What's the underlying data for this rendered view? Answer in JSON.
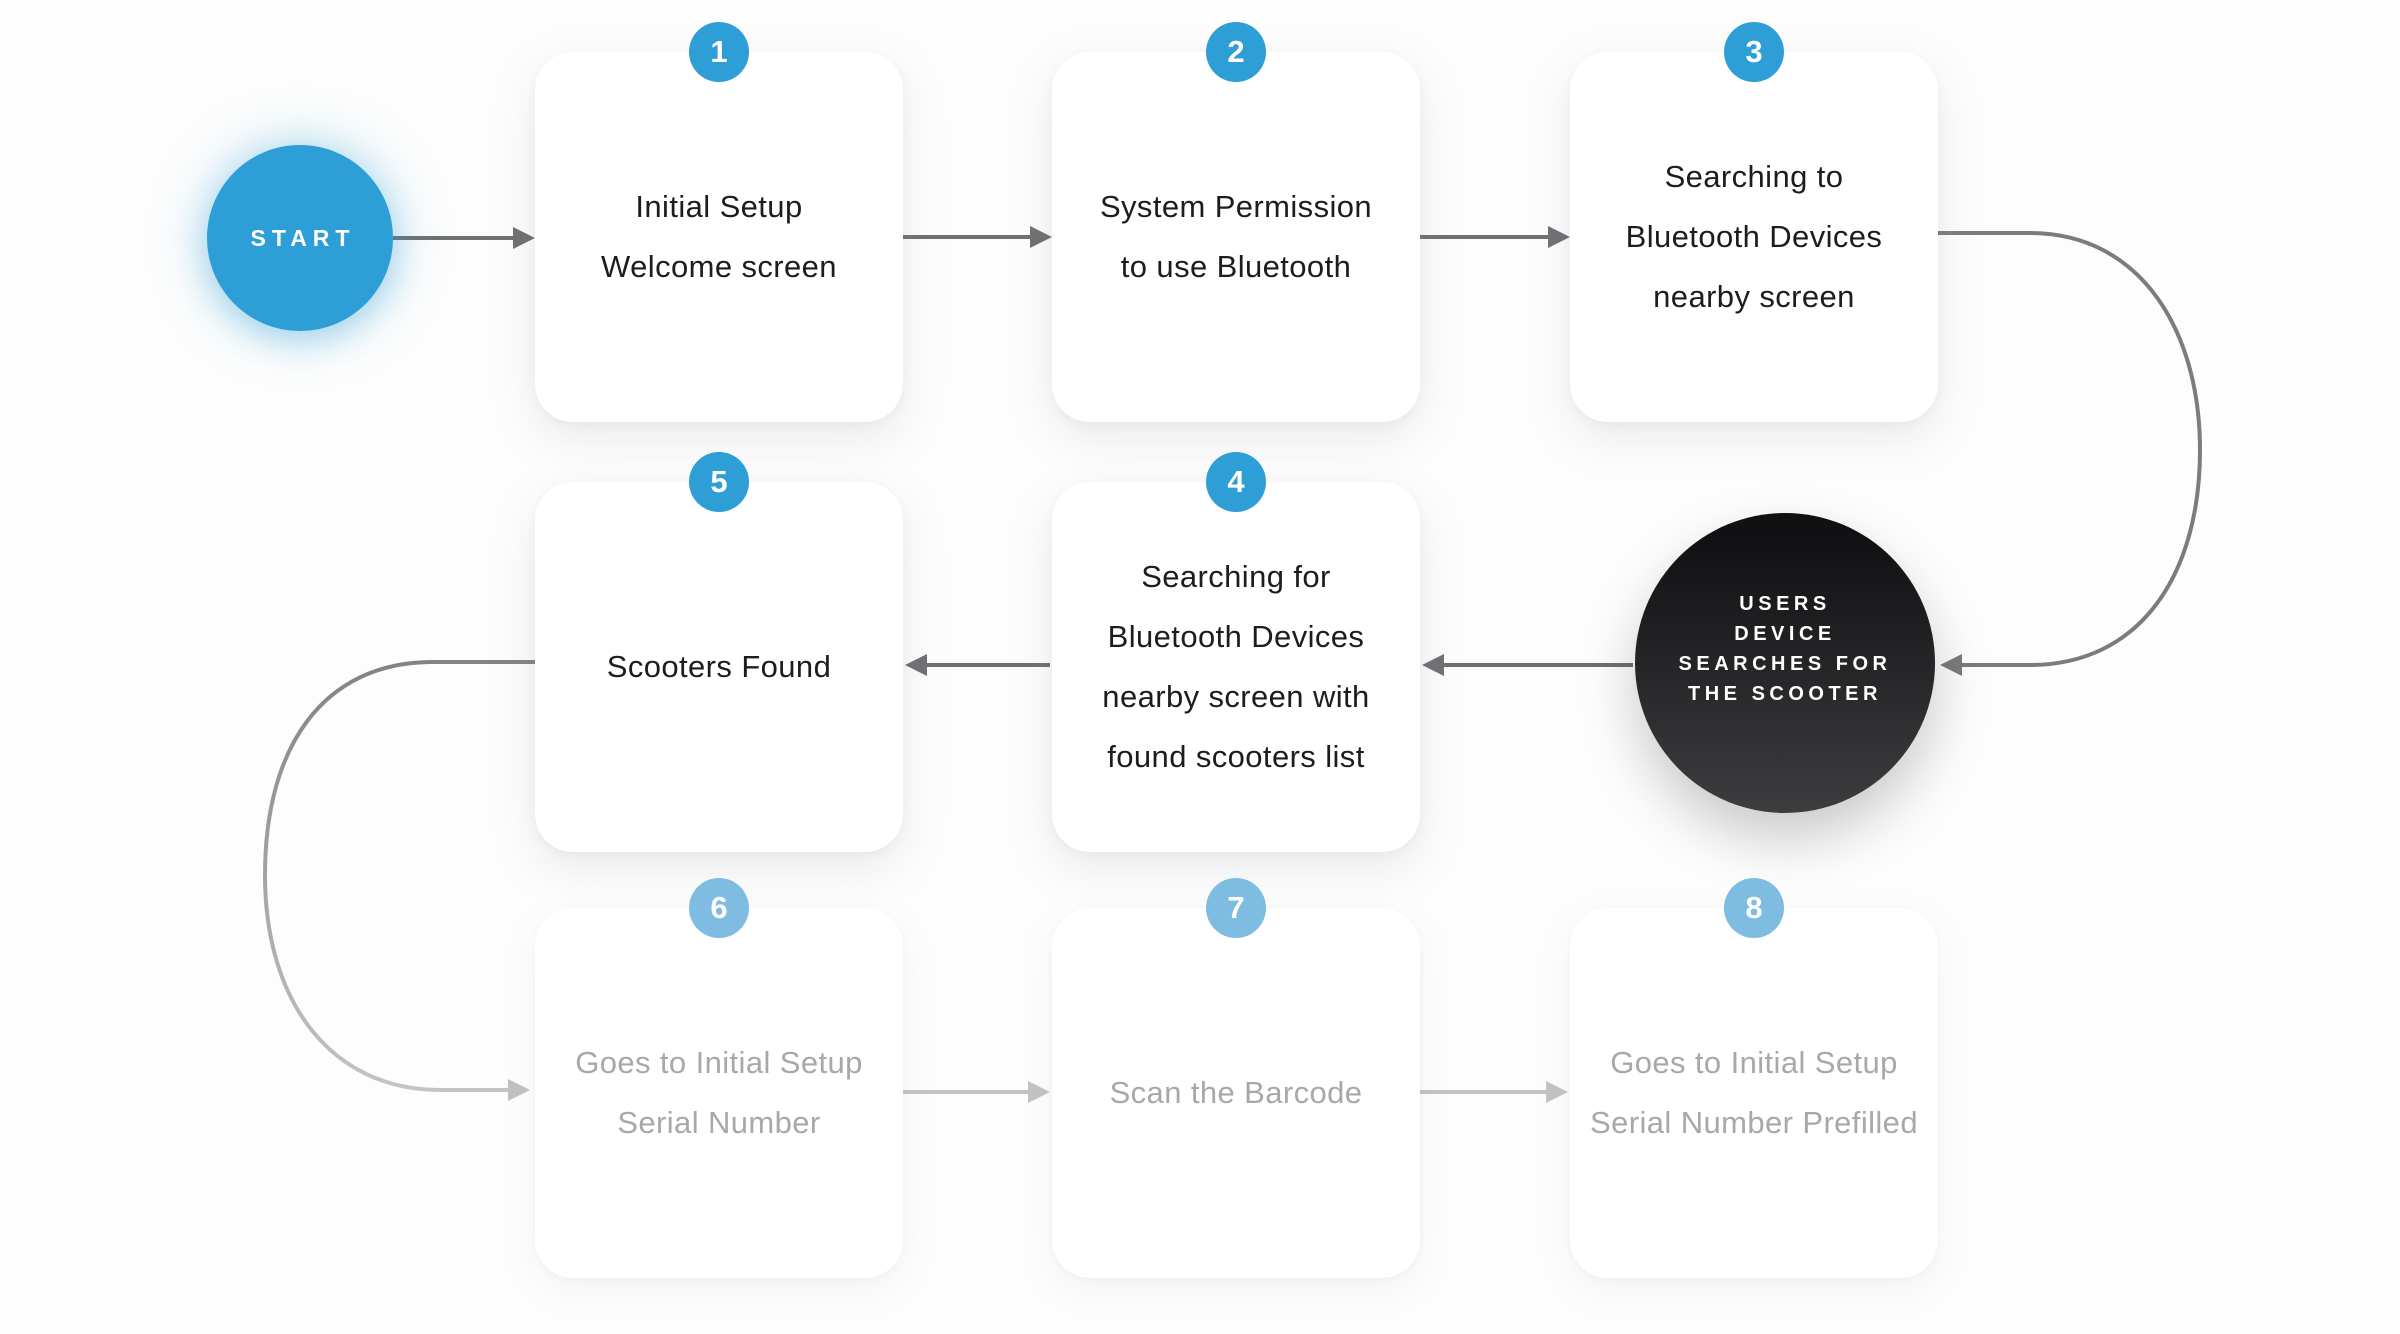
{
  "colors": {
    "accent_blue": "#2E9ED6",
    "accent_blue_faded": "#7FBCE1",
    "node_black_top": "#111113",
    "node_black_bottom": "#3D3D3F",
    "text_dark": "#1D1D1F",
    "text_faded": "#A8A8AA",
    "arrow_gray": "#6F7072",
    "arrow_faded": "#C3C3C5",
    "card_bg": "#FFFFFF",
    "page_bg": "#FDFDFD"
  },
  "start_node": {
    "label": "START"
  },
  "black_node": {
    "lines": [
      "USERS",
      "DEVICE",
      "SEARCHES FOR",
      "THE SCOOTER"
    ]
  },
  "cards": [
    {
      "number": "1",
      "state": "active",
      "lines": [
        "Initial Setup",
        "Welcome screen"
      ]
    },
    {
      "number": "2",
      "state": "active",
      "lines": [
        "System Permission",
        "to use Bluetooth"
      ]
    },
    {
      "number": "3",
      "state": "active",
      "lines": [
        "Searching to",
        "Bluetooth Devices",
        "nearby screen"
      ]
    },
    {
      "number": "4",
      "state": "active",
      "lines": [
        "Searching for",
        "Bluetooth Devices",
        "nearby screen with",
        "found scooters list"
      ]
    },
    {
      "number": "5",
      "state": "active",
      "lines": [
        "Scooters Found"
      ]
    },
    {
      "number": "6",
      "state": "faded",
      "lines": [
        "Goes to Initial Setup",
        "Serial Number"
      ]
    },
    {
      "number": "7",
      "state": "faded",
      "lines": [
        "Scan the Barcode"
      ]
    },
    {
      "number": "8",
      "state": "faded",
      "lines": [
        "Goes to Initial Setup",
        "Serial Number Prefilled"
      ]
    }
  ]
}
